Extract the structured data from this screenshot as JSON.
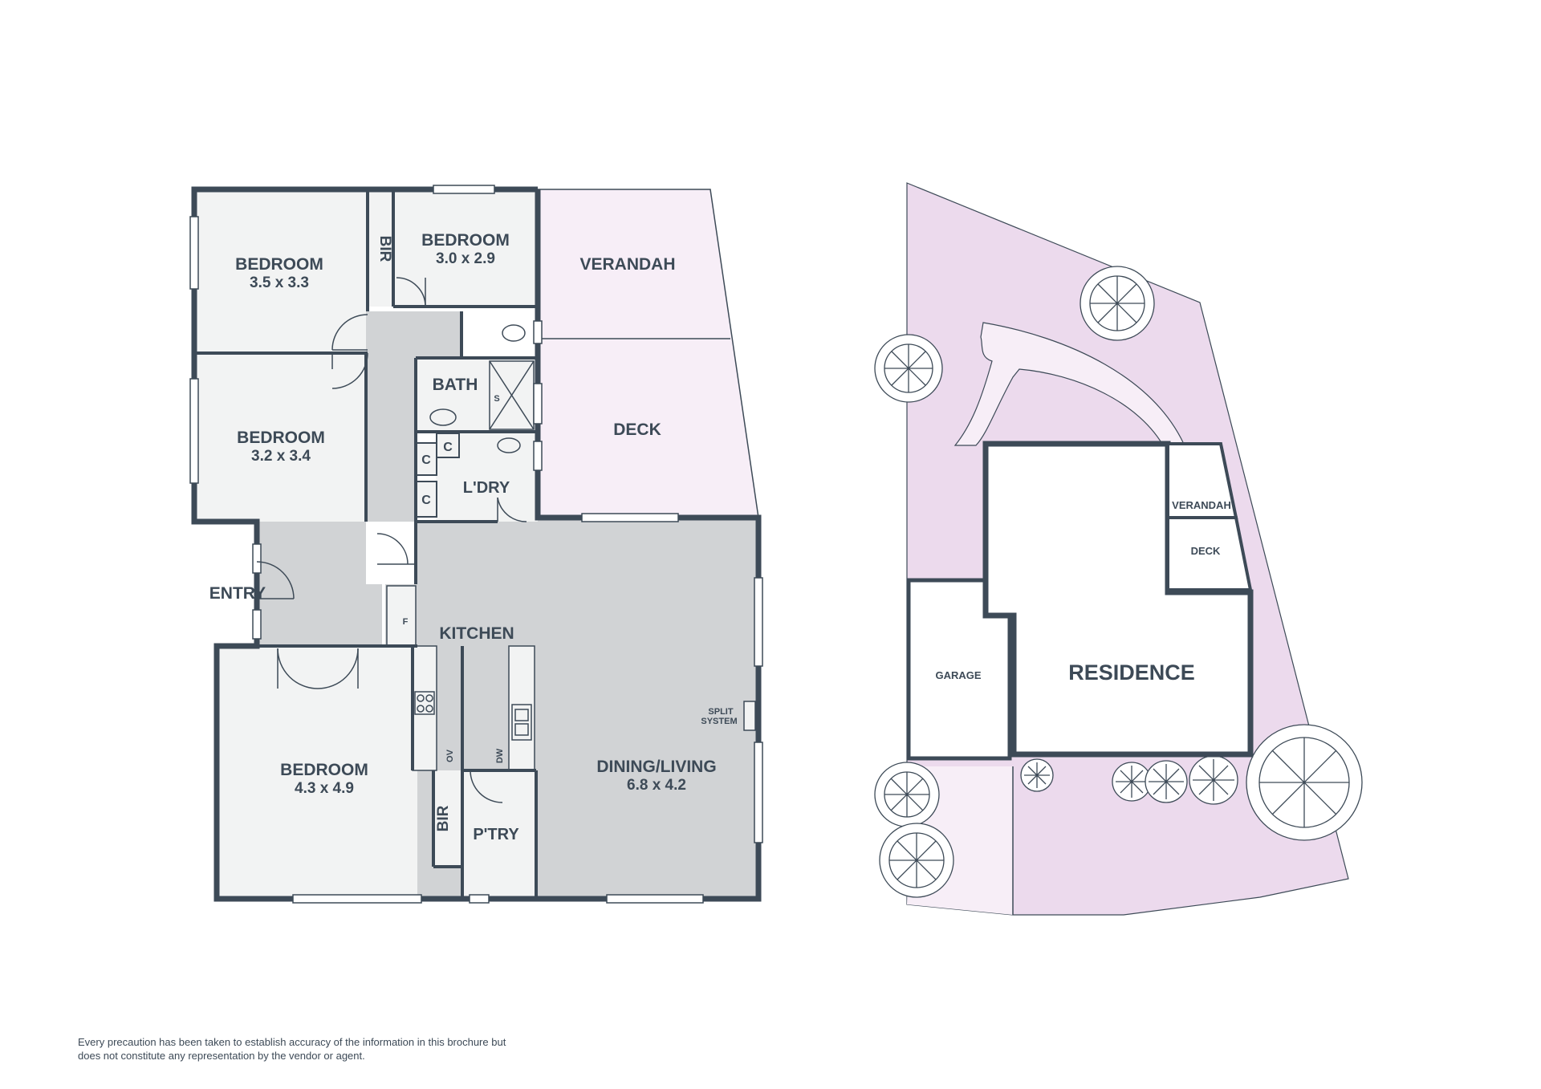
{
  "floorplan": {
    "rooms": [
      {
        "id": "bedroom1",
        "name": "BEDROOM",
        "dims": "3.5 x 3.3"
      },
      {
        "id": "bedroom2",
        "name": "BEDROOM",
        "dims": "3.0 x 2.9"
      },
      {
        "id": "bedroom3",
        "name": "BEDROOM",
        "dims": "3.2 x 3.4"
      },
      {
        "id": "bedroom4",
        "name": "BEDROOM",
        "dims": "4.3 x 4.9"
      },
      {
        "id": "dining",
        "name": "DINING/LIVING",
        "dims": "6.8 x 4.2"
      }
    ],
    "labels": {
      "bir_top": "BIR",
      "bir_bottom": "BIR",
      "verandah": "VERANDAH",
      "deck": "DECK",
      "bath": "BATH",
      "shower": "S",
      "laundry": "L'DRY",
      "cupboard": "C",
      "entry": "ENTRY",
      "kitchen": "KITCHEN",
      "fridge": "F",
      "oven": "OV",
      "dishwasher": "DW",
      "pantry": "P'TRY",
      "split_line1": "SPLIT",
      "split_line2": "SYSTEM"
    }
  },
  "siteplan": {
    "residence": "RESIDENCE",
    "garage": "GARAGE",
    "verandah": "VERANDAH",
    "deck": "DECK"
  },
  "colors": {
    "wall": "#3d4a57",
    "room_fill": "#f2f3f3",
    "hall_fill": "#d1d3d5",
    "outdoor_fill": "#f7eef7",
    "lot_fill": "#ecdaed"
  },
  "disclaimer": "Every precaution has been taken to establish accuracy of the information in this brochure but does not constitute any representation by the vendor or agent."
}
